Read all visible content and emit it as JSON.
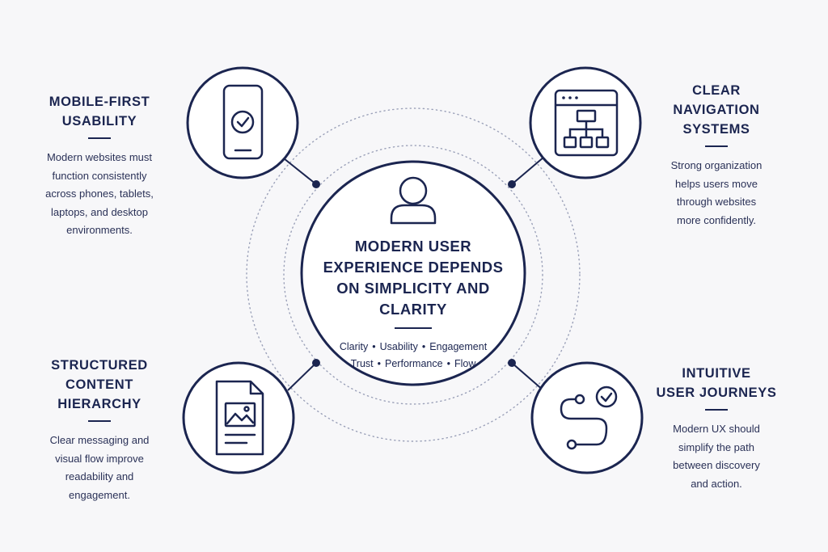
{
  "center": {
    "title_lines": [
      "MODERN USER",
      "EXPERIENCE DEPENDS",
      "ON SIMPLICITY AND",
      "CLARITY"
    ],
    "tags_row1": [
      "Clarity",
      "Usability",
      "Engagement"
    ],
    "tags_row2": [
      "Trust",
      "Performance",
      "Flow"
    ],
    "separator": "•",
    "icon": "user-icon"
  },
  "nodes": {
    "top_left": {
      "heading_lines": [
        "MOBILE-FIRST",
        "USABILITY"
      ],
      "desc_lines": [
        "Modern websites must",
        "function consistently",
        "across phones, tablets,",
        "laptops, and desktop",
        "environments."
      ],
      "icon": "smartphone-check-icon"
    },
    "top_right": {
      "heading_lines": [
        "CLEAR",
        "NAVIGATION",
        "SYSTEMS"
      ],
      "desc_lines": [
        "Strong organization",
        "helps users move",
        "through websites",
        "more confidently."
      ],
      "icon": "sitemap-window-icon"
    },
    "bottom_left": {
      "heading_lines": [
        "STRUCTURED",
        "CONTENT",
        "HIERARCHY"
      ],
      "desc_lines": [
        "Clear messaging and",
        "visual flow improve",
        "readability and",
        "engagement."
      ],
      "icon": "document-image-icon"
    },
    "bottom_right": {
      "heading_lines": [
        "INTUITIVE",
        "USER JOURNEYS"
      ],
      "desc_lines": [
        "Modern UX should",
        "simplify the path",
        "between discovery",
        "and action."
      ],
      "icon": "journey-path-check-icon"
    }
  },
  "colors": {
    "ink": "#1b2550",
    "background": "#f7f7f9",
    "dots": "#9aa0b8"
  }
}
